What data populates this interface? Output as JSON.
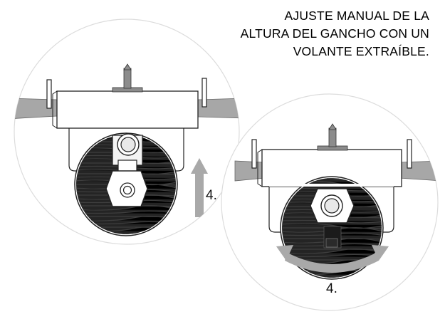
{
  "caption": {
    "lines": [
      "AJUSTE MANUAL DE  LA",
      "ALTURA DEL GANCHO CON UN",
      "VOLANTE  EXTRAÍBLE."
    ]
  },
  "step_left": "4.",
  "step_right": "4.",
  "colors": {
    "arrow": "#a9a9a9",
    "wheel": "#242424",
    "rail": "#a7a7a7",
    "outline": "#222222"
  }
}
